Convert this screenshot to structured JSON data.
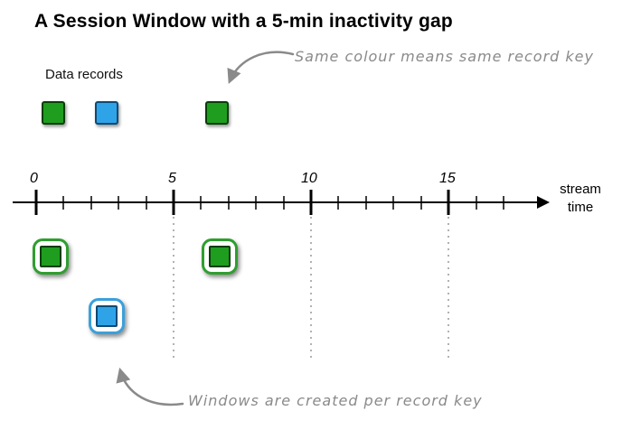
{
  "title": "A Session Window with a 5-min inactivity gap",
  "labels": {
    "data_records": "Data records",
    "stream_time_lines": [
      "stream",
      "time"
    ]
  },
  "annotations": {
    "same_colour": "Same colour means same record key",
    "windows_created": "Windows are created per record key"
  },
  "timeline": {
    "tick_labels": [
      "0",
      "5",
      "10",
      "15"
    ],
    "axis_arrow": "right",
    "dotted_guides_at": [
      "5",
      "10",
      "15"
    ]
  },
  "records_row": [
    {
      "key": "green"
    },
    {
      "key": "blue"
    },
    {
      "key": "green"
    }
  ],
  "session_windows": [
    {
      "key": "green",
      "approx_time": 0
    },
    {
      "key": "blue",
      "approx_time": 2.5
    },
    {
      "key": "green",
      "approx_time": 6.5
    }
  ],
  "colors": {
    "green_fill": "#1f9d1f",
    "blue_fill": "#2fa3e8",
    "green_window_outline": "#2f9e2f",
    "blue_window_outline": "#3aa0dc",
    "annotation_gray": "#8a8a8a",
    "axis_black": "#000000",
    "dotted_gray": "#999999"
  }
}
